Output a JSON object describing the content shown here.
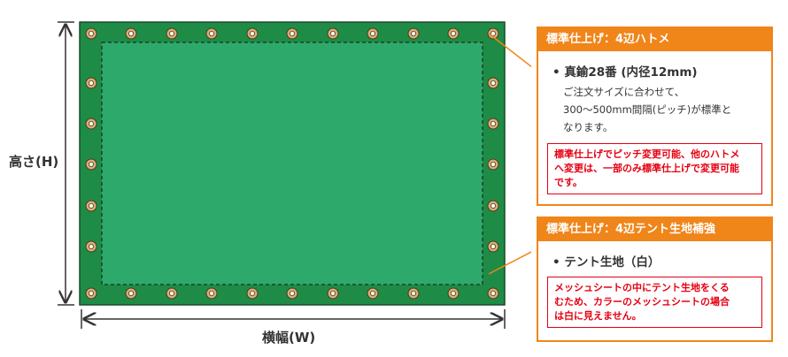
{
  "labels": {
    "height": "高さ(H)",
    "width": "横幅(W)"
  },
  "callout_1": {
    "header": "標準仕上げ：4辺ハトメ",
    "bullet": "• 真鍮28番 (内径12mm)",
    "description": [
      "ご注文サイズに合わせて、",
      "300〜500mm間隔(ピッチ)が標準と",
      "なります。"
    ],
    "note": [
      "標準仕上げでピッチ変更可能、他のハトメ",
      "へ変更は、一部のみ標準仕上げで変更可能",
      "です。"
    ]
  },
  "callout_2": {
    "header": "標準仕上げ：4辺テント生地補強",
    "bullet": "• テント生地（白）",
    "note": [
      "メッシュシートの中にテント生地をくる",
      "むため、カラーのメッシュシートの場合",
      "は白に見えません。"
    ]
  },
  "colors": {
    "sheet_border": "#1e8c46",
    "sheet_center": "#2ea96c",
    "accent_orange": "#f08519",
    "note_red": "#e60012",
    "grommet_ring": "#d9ae73"
  }
}
